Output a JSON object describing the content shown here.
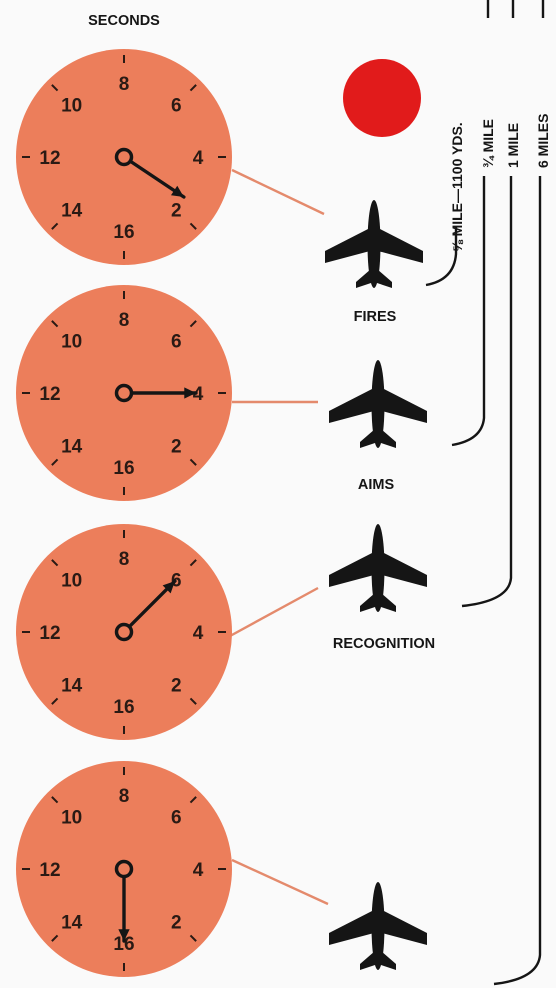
{
  "title": "SECONDS",
  "clock_numbers": [
    "8",
    "6",
    "4",
    "2",
    "16",
    "14",
    "12",
    "10"
  ],
  "clocks": [
    {
      "hand_points_to": 2.5
    },
    {
      "hand_points_to": 4
    },
    {
      "hand_points_to": 6
    },
    {
      "hand_points_to": 16
    }
  ],
  "event_labels": {
    "fires": "FIRES",
    "aims": "AIMS",
    "recognition": "RECOGNITION"
  },
  "distance_labels": [
    "⅝ MILE—1100 YDS.",
    "¾ MILE",
    "1 MILE",
    "6 MILES"
  ],
  "colors": {
    "clock_face": "#ec7e5b",
    "connector": "#e48a6c",
    "signal": "#e11b1b",
    "ink": "#151515"
  },
  "icons": [
    "aircraft-icon",
    "signal-dot-icon"
  ]
}
